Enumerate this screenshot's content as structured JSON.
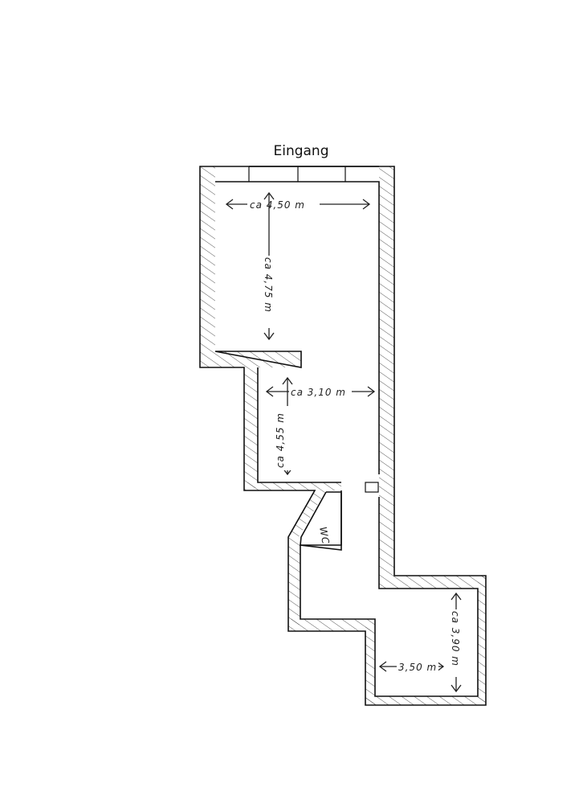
{
  "title": "Eingang",
  "dimensions": {
    "top_width": "ca 4,50 m",
    "top_height": "ca 4,75 m",
    "middle_width": "ca 3,10 m",
    "middle_height": "ca 4,55 m",
    "bottom_height": "ca 3,90 m",
    "bottom_width": "3,50 m"
  },
  "rooms": {
    "wc_label": "WC"
  },
  "colors": {
    "ink": "#111111",
    "paper": "#ffffff"
  }
}
